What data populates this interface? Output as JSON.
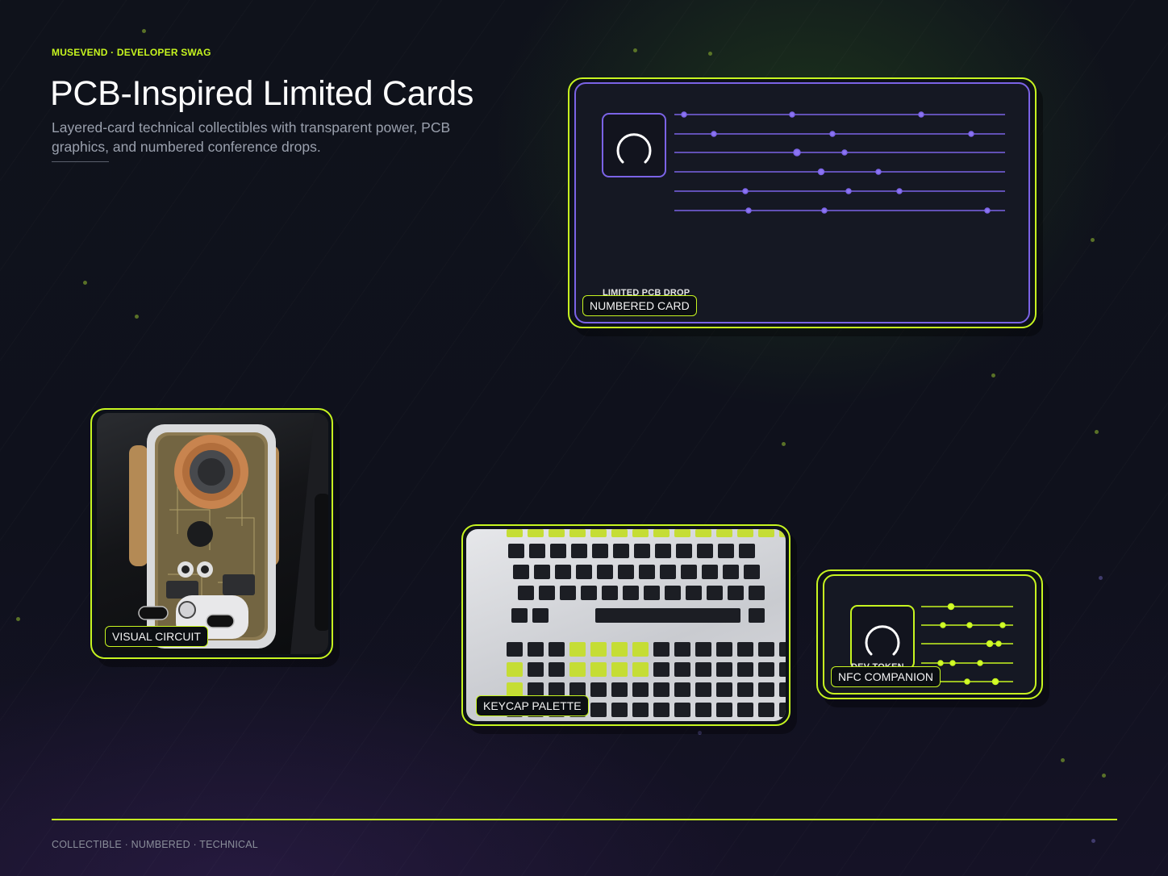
{
  "brand": {
    "eyebrow": "MUSEVEND · DEVELOPER SWAG"
  },
  "hero": {
    "title": "PCB-Inspired Limited Cards",
    "subtitle": "Layered-card technical collectibles with transparent power, PCB graphics, and numbered conference drops."
  },
  "cards": {
    "numbered": {
      "tag": "NUMBERED CARD",
      "micro": "LIMITED PCB DROP"
    },
    "visual": {
      "tag": "VISUAL CIRCUIT"
    },
    "keycap": {
      "tag": "KEYCAP PALETTE"
    },
    "nfc": {
      "tag": "NFC COMPANION",
      "micro": "DEV TOKEN"
    }
  },
  "footer": {
    "text": "COLLECTIBLE · NUMBERED · TECHNICAL"
  },
  "colors": {
    "accent": "#c7f520",
    "violet": "#7b63e6",
    "background": "#0f121b"
  }
}
